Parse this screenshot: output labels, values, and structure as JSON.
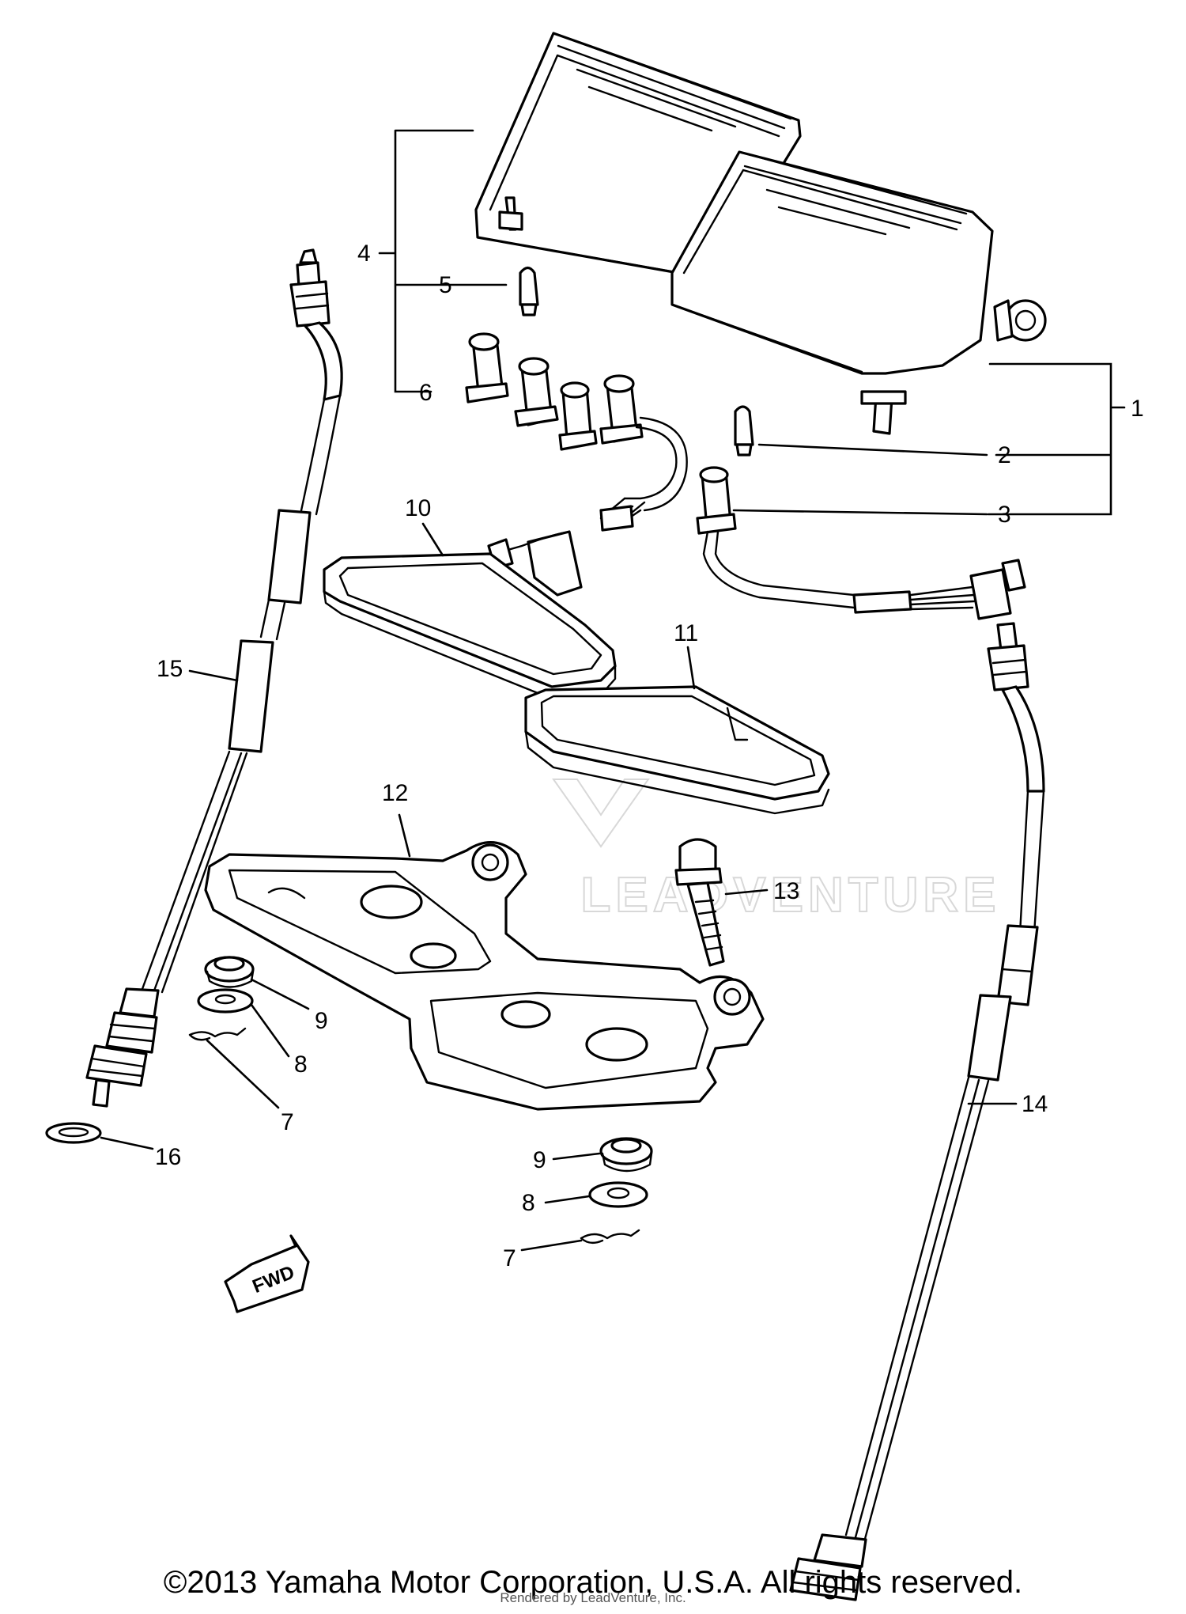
{
  "callouts": [
    {
      "id": "c1",
      "label": "1"
    },
    {
      "id": "c2",
      "label": "2"
    },
    {
      "id": "c3",
      "label": "3"
    },
    {
      "id": "c4",
      "label": "4"
    },
    {
      "id": "c5",
      "label": "5"
    },
    {
      "id": "c6",
      "label": "6"
    },
    {
      "id": "c7a",
      "label": "7"
    },
    {
      "id": "c7b",
      "label": "7"
    },
    {
      "id": "c8a",
      "label": "8"
    },
    {
      "id": "c8b",
      "label": "8"
    },
    {
      "id": "c9a",
      "label": "9"
    },
    {
      "id": "c9b",
      "label": "9"
    },
    {
      "id": "c10",
      "label": "10"
    },
    {
      "id": "c11",
      "label": "11"
    },
    {
      "id": "c12",
      "label": "12"
    },
    {
      "id": "c13",
      "label": "13"
    },
    {
      "id": "c14",
      "label": "14"
    },
    {
      "id": "c15",
      "label": "15"
    },
    {
      "id": "c16",
      "label": "16"
    }
  ],
  "direction_arrow": "FWD",
  "watermark": "LEADVENTURE",
  "copyright": "©2013 Yamaha Motor Corporation, U.S.A. All rights reserved.",
  "rendered_by": "Rendered by LeadVenture, Inc."
}
